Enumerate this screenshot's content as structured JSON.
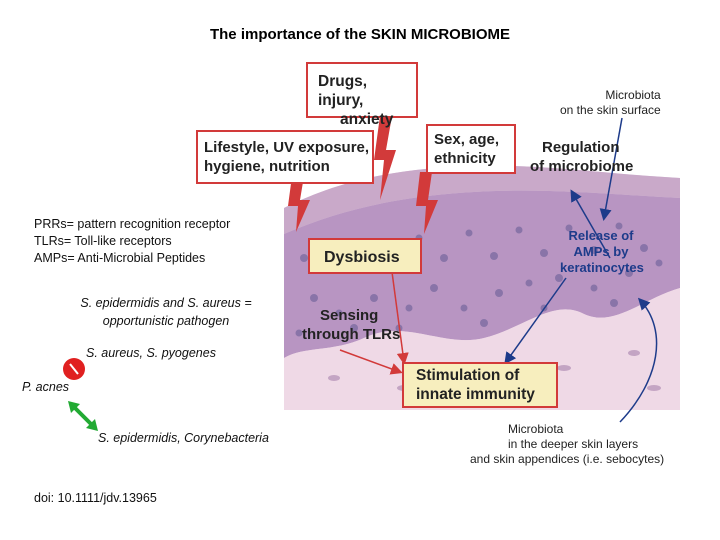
{
  "title": "The importance of the SKIN MICROBIOME",
  "definitions": [
    "PRRs= pattern recognition receptor",
    "TLRs= Toll-like receptors",
    "AMPs= Anti-Microbial Peptides"
  ],
  "opportunistic": [
    "S. epidermidis and S. aureus =",
    "opportunistic pathogen"
  ],
  "pathogens_label": "S. aureus, S. pyogenes",
  "pacnes_label": "P. acnes",
  "commensals_label": "S. epidermidis, Corynebacteria",
  "doi": "doi: 10.1111/jdv.13965",
  "diagram": {
    "drugs": [
      "Drugs, injury,",
      "anxiety"
    ],
    "lifestyle": [
      "Lifestyle, UV exposure,",
      "hygiene, nutrition"
    ],
    "sex": [
      "Sex, age,",
      "ethnicity"
    ],
    "regulation": [
      "Regulation",
      "of microbiome"
    ],
    "surface": [
      "Microbiota",
      "on the skin surface"
    ],
    "dysbiosis": "Dysbiosis",
    "amps": [
      "Release of",
      "AMPs by",
      "keratinocytes"
    ],
    "sensing": [
      "Sensing",
      "through TLRs"
    ],
    "stimulation": [
      "Stimulation of",
      "innate immunity"
    ],
    "deeper": [
      "Microbiota",
      "in the deeper skin layers",
      "and skin appendices (i.e. sebocytes)"
    ]
  },
  "colors": {
    "frame_red": "#d23a3a",
    "box_tan": "#f7eebe",
    "arrow_blue": "#1d3b8a",
    "inhibit_red": "#e02020",
    "commensal_green": "#22aa33"
  }
}
